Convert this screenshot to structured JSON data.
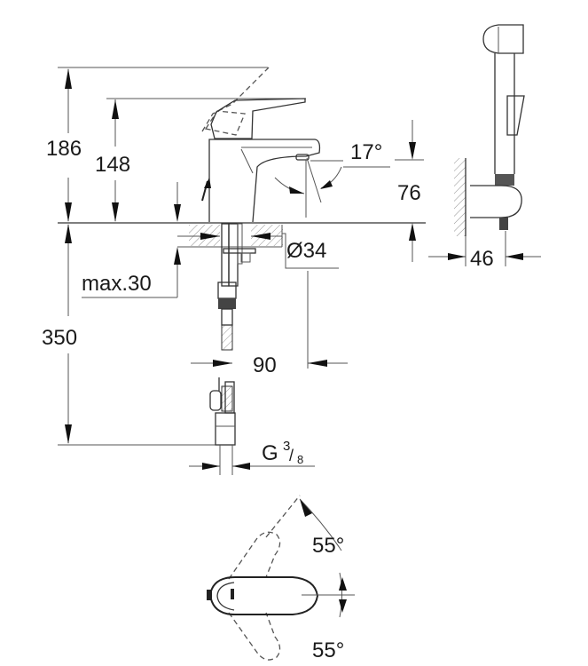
{
  "diagram": {
    "type": "technical-dimension-drawing",
    "subject": "single-lever basin mixer with hand shower and wall holder",
    "units": "mm",
    "dimensions": {
      "overall_height_lever_raised": "186",
      "height_to_lever": "148",
      "spout_height": "76",
      "spout_angle": "17°",
      "hole_diameter": "Ø34",
      "max_counter_thickness": "max.30",
      "hose_length": "350",
      "spout_projection": "90",
      "connection_thread_base": "G",
      "connection_thread_num": "3",
      "connection_thread_den": "8",
      "holder_projection": "46",
      "lever_rotation_upper": "55°",
      "lever_rotation_lower": "55°"
    },
    "views": [
      {
        "name": "side-view-mixer"
      },
      {
        "name": "side-view-hand-shower-holder"
      },
      {
        "name": "top-view-lever-rotation"
      }
    ]
  },
  "colors": {
    "line": "#333333",
    "background": "#ffffff"
  }
}
